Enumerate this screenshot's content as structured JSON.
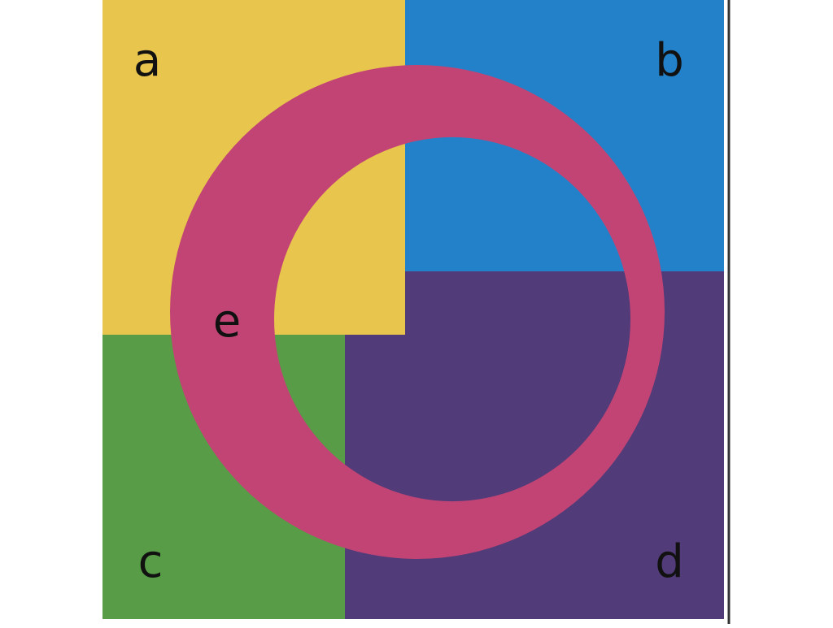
{
  "regions": [
    {
      "id": "a",
      "label": "a",
      "color": "#E8C64E"
    },
    {
      "id": "b",
      "label": "b",
      "color": "#2381C9"
    },
    {
      "id": "c",
      "label": "c",
      "color": "#589C47"
    },
    {
      "id": "d",
      "label": "d",
      "color": "#523B79"
    },
    {
      "id": "e",
      "label": "e",
      "color": "#C24474"
    }
  ],
  "border_color": "#333333"
}
